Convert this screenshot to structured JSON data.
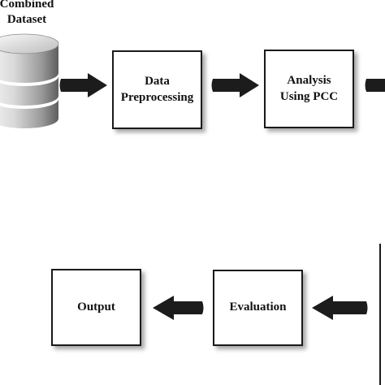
{
  "diagram": {
    "nodes": [
      {
        "id": "dataset",
        "label": "Combined\nDataset",
        "shape": "database-cylinder"
      },
      {
        "id": "preprocessing",
        "label": "Data\nPreprocessing",
        "shape": "box"
      },
      {
        "id": "analysis",
        "label": "Analysis\nUsing PCC",
        "shape": "box"
      },
      {
        "id": "evaluation",
        "label": "Evaluation",
        "shape": "box"
      },
      {
        "id": "output",
        "label": "Output",
        "shape": "box"
      }
    ],
    "edges": [
      {
        "from": "dataset",
        "to": "preprocessing",
        "direction": "right"
      },
      {
        "from": "preprocessing",
        "to": "analysis",
        "direction": "right"
      },
      {
        "from": "analysis",
        "to": "offscreen",
        "direction": "right"
      },
      {
        "from": "offscreen",
        "to": "evaluation",
        "direction": "left"
      },
      {
        "from": "evaluation",
        "to": "output",
        "direction": "left"
      }
    ],
    "colors": {
      "box_border": "#1a1a1a",
      "arrow_fill": "#1c1c1c",
      "text": "#111111",
      "cylinder_light": "#e6e6e6",
      "cylinder_dark": "#5e5e5e"
    }
  }
}
